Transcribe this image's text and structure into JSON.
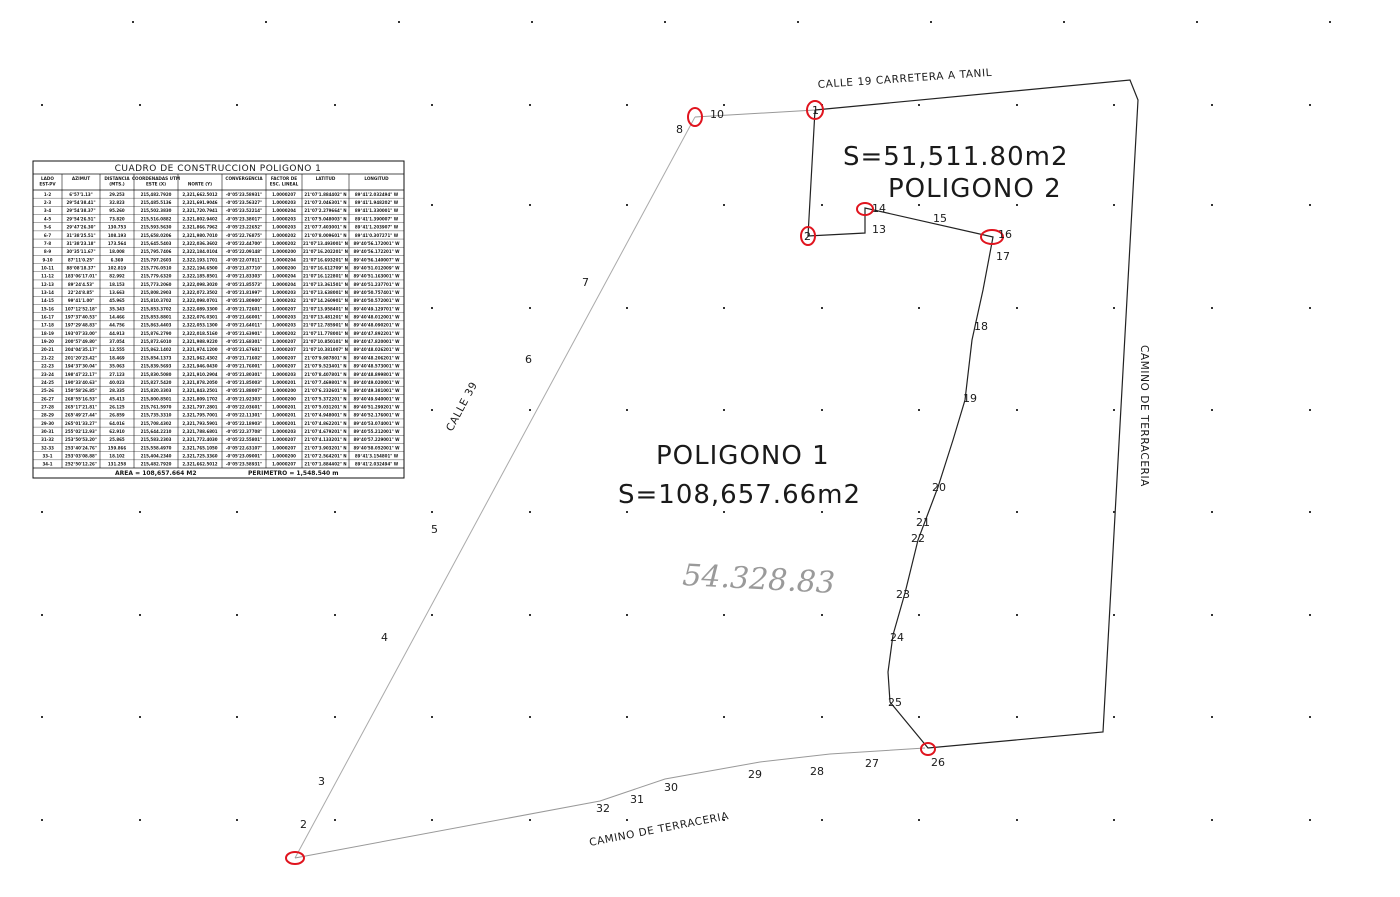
{
  "labels": {
    "top_street": "CALLE 19 CARRETERA A TANIL",
    "left_street": "CALLE 39",
    "right_road": "CAMINO DE TERRACERIA",
    "bottom_road": "CAMINO DE TERRACERIA",
    "poly1_name": "POLIGONO 1",
    "poly1_area": "S=108,657.66m2",
    "poly2_name": "POLIGONO 2",
    "poly2_area": "S=51,511.80m2",
    "handwritten": "54.328.83"
  },
  "table": {
    "title": "CUADRO DE CONSTRUCCION POLIGONO 1",
    "headers": [
      [
        "LADO",
        "EST-PV"
      ],
      [
        "AZIMUT",
        ""
      ],
      [
        "DISTANCIA",
        "(MTS.)"
      ],
      [
        "COORDENADAS UTM",
        "ESTE (X)"
      ],
      [
        "",
        "NORTE (Y)"
      ],
      [
        "CONVERGENCIA",
        ""
      ],
      [
        "FACTOR DE",
        "ESC. LINEAL"
      ],
      [
        "LATITUD",
        ""
      ],
      [
        "LONGITUD",
        ""
      ]
    ],
    "area_label": "AREA = 108,657.664 M2",
    "perimeter_label": "PERIMETRO = 1,548.540 m",
    "rows": [
      [
        "1-2",
        "6°57'1.13\"",
        "29.253",
        "215,482.7920",
        "2,321,662.5012",
        "-0°05'23.58931\"",
        "1.0000207",
        "21°07'1.884402\" N",
        "89°41'2.032494\" W"
      ],
      [
        "2-3",
        "29°54'38.41\"",
        "32.823",
        "215,485.5136",
        "2,321,691.9046",
        "-0°05'23.56327\"",
        "1.0000203",
        "21°07'2.046301\" N",
        "89°41'1.948202\" W"
      ],
      [
        "3-4",
        "29°54'38.37\"",
        "95.260",
        "215,502.3830",
        "2,321,720.7941",
        "-0°05'23.52214\"",
        "1.0000204",
        "21°07'2.279664\" N",
        "89°41'1.330001\" W"
      ],
      [
        "4-5",
        "29°54'26.51\"",
        "73.820",
        "215,516.0882",
        "2,321,802.9402",
        "-0°05'23.38017\"",
        "1.0000203",
        "21°07'5.048003\" N",
        "89°41'1.390007\" W"
      ],
      [
        "5-6",
        "29°47'26.30\"",
        "130.753",
        "215,593.5630",
        "2,321,866.7962",
        "-0°05'23.22652\"",
        "1.0000203",
        "21°07'7.403001\" N",
        "89°41'1.203907\" W"
      ],
      [
        "6-7",
        "31°38'25.51\"",
        "108.193",
        "215,658.0206",
        "2,321,980.7010",
        "-0°05'22.76875\"",
        "1.0000202",
        "21°07'8.009601\" N",
        "89°41'0.307271\" W"
      ],
      [
        "7-8",
        "31°38'23.18\"",
        "173.564",
        "215,645.5403",
        "2,322,036.3602",
        "-0°05'22.44700\"",
        "1.0000202",
        "21°07'13.493001\" N",
        "89°40'56.172001\" W"
      ],
      [
        "8-9",
        "30°35'11.67\"",
        "18.008",
        "215,795.7406",
        "2,322,184.0104",
        "-0°05'22.09148\"",
        "1.0000200",
        "21°07'16.202201\" N",
        "89°40'56.172201\" W"
      ],
      [
        "9-10",
        "87°11'0.25\"",
        "6.369",
        "215,797.2603",
        "2,322,193.1701",
        "-0°05'22.07811\"",
        "1.0000204",
        "21°07'16.693201\" N",
        "89°40'56.140007\" W"
      ],
      [
        "10-11",
        "88°08'18.37\"",
        "102.819",
        "215,776.0510",
        "2,322,194.6500",
        "-0°05'21.87710\"",
        "1.0000200",
        "21°07'16.612709\" N",
        "89°40'51.012009\" W"
      ],
      [
        "11-12",
        "183°06'17.01\"",
        "82.992",
        "215,779.6320",
        "2,322,185.8501",
        "-0°05'21.83303\"",
        "1.0000204",
        "21°07'16.122801\" N",
        "89°40'51.163001\" W"
      ],
      [
        "12-13",
        "89°24'4.53\"",
        "18.153",
        "215,773.2060",
        "2,322,098.3020",
        "-0°05'21.85573\"",
        "1.0000204",
        "21°07'13.361501\" N",
        "89°40'51.237701\" W"
      ],
      [
        "13-14",
        "22°24'8.85\"",
        "13.663",
        "215,808.2903",
        "2,322,072.3502",
        "-0°05'21.81997\"",
        "1.0000203",
        "21°07'13.638001\" N",
        "89°40'50.757401\" W"
      ],
      [
        "14-15",
        "99°41'1.00\"",
        "45.965",
        "215,810.3702",
        "2,322,098.0701",
        "-0°05'21.80900\"",
        "1.0000202",
        "21°07'14.260901\" N",
        "89°40'50.572001\" W"
      ],
      [
        "15-16",
        "107°12'52.18\"",
        "35.343",
        "215,853.3702",
        "2,322,089.3300",
        "-0°05'21.72601\"",
        "1.0000207",
        "21°07'13.958401\" N",
        "89°40'49.129701\" W"
      ],
      [
        "16-17",
        "197°37'40.53\"",
        "14.466",
        "215,853.8801",
        "2,322,076.0301",
        "-0°05'21.66001\"",
        "1.0000203",
        "21°07'13.481201\" N",
        "89°40'48.012001\" W"
      ],
      [
        "17-18",
        "197°29'48.83\"",
        "44.756",
        "215,863.4403",
        "2,322,053.1300",
        "-0°05'21.64011\"",
        "1.0000203",
        "21°07'12.785901\" N",
        "89°40'48.090201\" W"
      ],
      [
        "18-19",
        "193°07'33.00\"",
        "44.913",
        "215,876.2790",
        "2,322,018.5160",
        "-0°05'21.63901\"",
        "1.0000202",
        "21°07'11.778001\" N",
        "89°40'47.892201\" W"
      ],
      [
        "19-20",
        "200°57'49.80\"",
        "37.054",
        "215,872.6010",
        "2,321,988.9220",
        "-0°05'21.68301\"",
        "1.0000207",
        "21°07'10.850101\" N",
        "89°40'47.820001\" W"
      ],
      [
        "20-21",
        "204°04'35.17\"",
        "12.555",
        "215,862.1402",
        "2,321,974.1200",
        "-0°05'21.67601\"",
        "1.0000207",
        "21°07'10.381007\" N",
        "89°40'48.026201\" W"
      ],
      [
        "21-22",
        "201°20'23.42\"",
        "18.469",
        "215,854.1373",
        "2,321,962.4302",
        "-0°05'21.71602\"",
        "1.0000207",
        "21°07'9.987801\" N",
        "89°40'48.206201\" W"
      ],
      [
        "22-23",
        "194°37'30.04\"",
        "35.063",
        "215,839.5693",
        "2,321,946.0430",
        "-0°05'21.76001\"",
        "1.0000207",
        "21°07'9.523401\" N",
        "89°40'48.573001\" W"
      ],
      [
        "23-24",
        "198°47'22.17\"",
        "27.123",
        "215,830.5080",
        "2,321,910.2904",
        "-0°05'21.80301\"",
        "1.0000203",
        "21°07'8.407801\" N",
        "89°40'48.899801\" W"
      ],
      [
        "24-25",
        "190°33'40.63\"",
        "40.023",
        "215,827.5420",
        "2,321,878.2050",
        "-0°05'21.85003\"",
        "1.0000201",
        "21°07'7.469801\" N",
        "89°40'49.020001\" W"
      ],
      [
        "25-26",
        "150°58'26.85\"",
        "28.335",
        "215,820.3303",
        "2,321,843.2501",
        "-0°05'21.88007\"",
        "1.0000200",
        "21°07'6.232601\" N",
        "89°40'49.381001\" W"
      ],
      [
        "26-27",
        "268°55'16.53\"",
        "45.413",
        "215,800.8501",
        "2,321,809.1702",
        "-0°05'21.92303\"",
        "1.0000200",
        "21°07'5.372201\" N",
        "89°40'49.940001\" W"
      ],
      [
        "27-28",
        "265°17'21.81\"",
        "26.125",
        "215,761.5970",
        "2,321,797.2801",
        "-0°05'22.03601\"",
        "1.0000201",
        "21°07'5.031201\" N",
        "89°40'51.299201\" W"
      ],
      [
        "28-29",
        "265°49'27.44\"",
        "26.859",
        "215,735.3310",
        "2,321,795.7001",
        "-0°05'22.11301\"",
        "1.0000201",
        "21°07'4.948001\" N",
        "89°40'52.176001\" W"
      ],
      [
        "29-30",
        "265°01'33.27\"",
        "64.016",
        "215,708.4302",
        "2,321,793.5901",
        "-0°05'22.18903\"",
        "1.0000201",
        "21°07'4.862201\" N",
        "89°40'53.074001\" W"
      ],
      [
        "30-31",
        "255°02'12.93\"",
        "62.910",
        "215,644.2210",
        "2,321,788.6801",
        "-0°05'22.37708\"",
        "1.0000203",
        "21°07'4.679201\" N",
        "89°40'55.212001\" W"
      ],
      [
        "31-32",
        "253°50'53.20\"",
        "25.865",
        "215,583.2303",
        "2,321,772.4030",
        "-0°05'22.55801\"",
        "1.0000207",
        "21°07'4.133201\" N",
        "89°40'57.229001\" W"
      ],
      [
        "32-33",
        "253°40'24.76\"",
        "159.866",
        "215,558.4970",
        "2,321,765.1050",
        "-0°05'22.63107\"",
        "1.0000207",
        "21°07'3.903201\" N",
        "89°40'58.052001\" W"
      ],
      [
        "33-1",
        "253°03'08.88\"",
        "18.102",
        "215,404.2340",
        "2,321,725.3360",
        "-0°05'23.09001\"",
        "1.0000200",
        "21°07'2.564201\" N",
        "89°41'3.154801\" W"
      ],
      [
        "34-1",
        "252°50'12.26\"",
        "131.258",
        "215,482.7920",
        "2,321,662.5012",
        "-0°05'23.58931\"",
        "1.0000207",
        "21°07'1.884402\" N",
        "89°41'2.032494\" W"
      ]
    ]
  },
  "vertex_labels": [
    {
      "t": "2"
    },
    {
      "t": "3"
    },
    {
      "t": "4"
    },
    {
      "t": "5"
    },
    {
      "t": "6"
    },
    {
      "t": "7"
    },
    {
      "t": "8"
    },
    {
      "t": "10"
    },
    {
      "t": "1"
    },
    {
      "t": "2"
    },
    {
      "t": "13"
    },
    {
      "t": "14"
    },
    {
      "t": "15"
    },
    {
      "t": "16"
    },
    {
      "t": "17"
    },
    {
      "t": "18"
    },
    {
      "t": "19"
    },
    {
      "t": "20"
    },
    {
      "t": "21"
    },
    {
      "t": "22"
    },
    {
      "t": "23"
    },
    {
      "t": "24"
    },
    {
      "t": "25"
    },
    {
      "t": "26"
    },
    {
      "t": "27"
    },
    {
      "t": "28"
    },
    {
      "t": "29"
    },
    {
      "t": "30"
    },
    {
      "t": "31"
    },
    {
      "t": "32"
    }
  ],
  "colors": {
    "line": "#222222",
    "thin_line": "#9a9a9a",
    "marker": "#e0141e",
    "grid_tick": "#333333"
  }
}
